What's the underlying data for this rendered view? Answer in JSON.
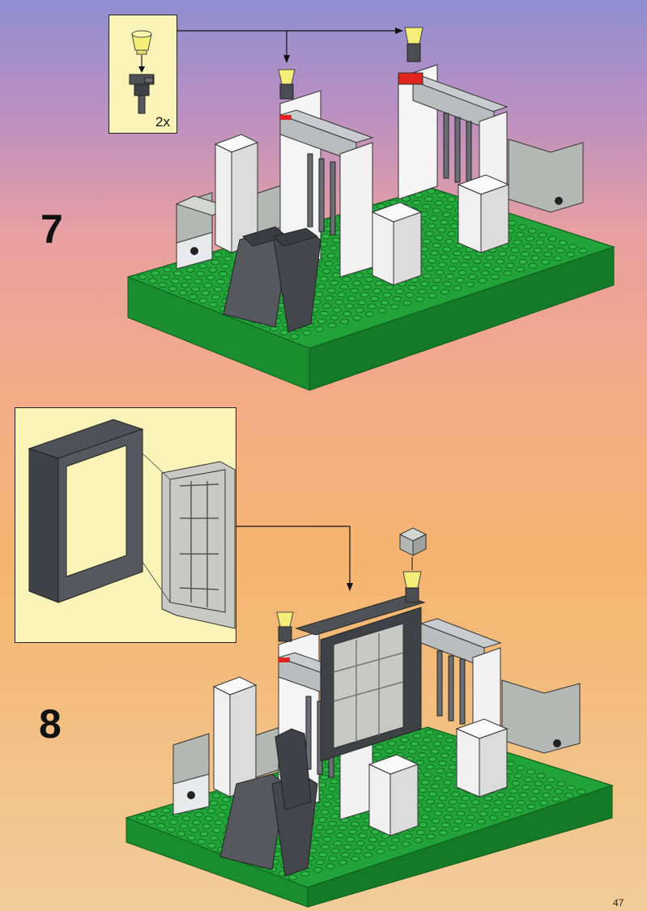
{
  "steps": [
    {
      "number": "7",
      "callout": {
        "quantity": "2x"
      }
    },
    {
      "number": "8"
    }
  ],
  "page_number": "47",
  "colors": {
    "baseplate": "#22a33a",
    "dark_gray": "#555a5e",
    "light_gray": "#b4b8b4",
    "white_brick": "#f6f6f6",
    "trans_yellow": "#f5ef7a",
    "red": "#e0231c",
    "callout_bg": "#fbf4b8"
  }
}
